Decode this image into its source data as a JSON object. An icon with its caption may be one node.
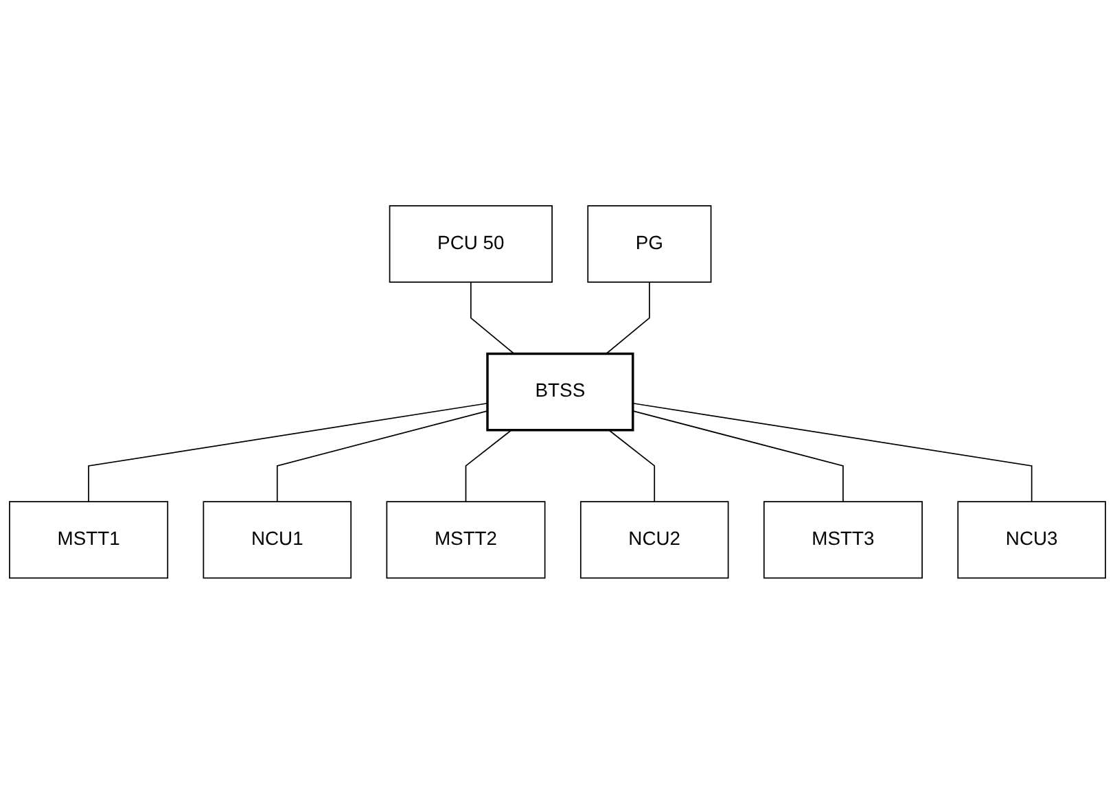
{
  "diagram": {
    "nodes": [
      {
        "text": [
          "PCU 50"
        ]
      },
      {
        "text": [
          "PG"
        ]
      },
      {
        "text": [
          "BTSS"
        ]
      },
      {
        "text": [
          "MSTT1"
        ]
      },
      {
        "text": [
          "NCU1"
        ]
      },
      {
        "text": [
          "MSTT2"
        ]
      },
      {
        "text": [
          "NCU2"
        ]
      },
      {
        "text": [
          "MSTT3"
        ]
      },
      {
        "text": [
          "NCU3"
        ]
      }
    ],
    "edges": [
      {
        "from": 0,
        "to": 2,
        "arrow": "none"
      },
      {
        "from": 1,
        "to": 2,
        "arrow": "none"
      },
      {
        "from": 2,
        "to": 3,
        "arrow": "none"
      },
      {
        "from": 2,
        "to": 4,
        "arrow": "none"
      },
      {
        "from": 2,
        "to": 5,
        "arrow": "none"
      },
      {
        "from": 2,
        "to": 6,
        "arrow": "none"
      },
      {
        "from": 2,
        "to": 7,
        "arrow": "none"
      },
      {
        "from": 2,
        "to": 8,
        "arrow": "none"
      }
    ]
  }
}
